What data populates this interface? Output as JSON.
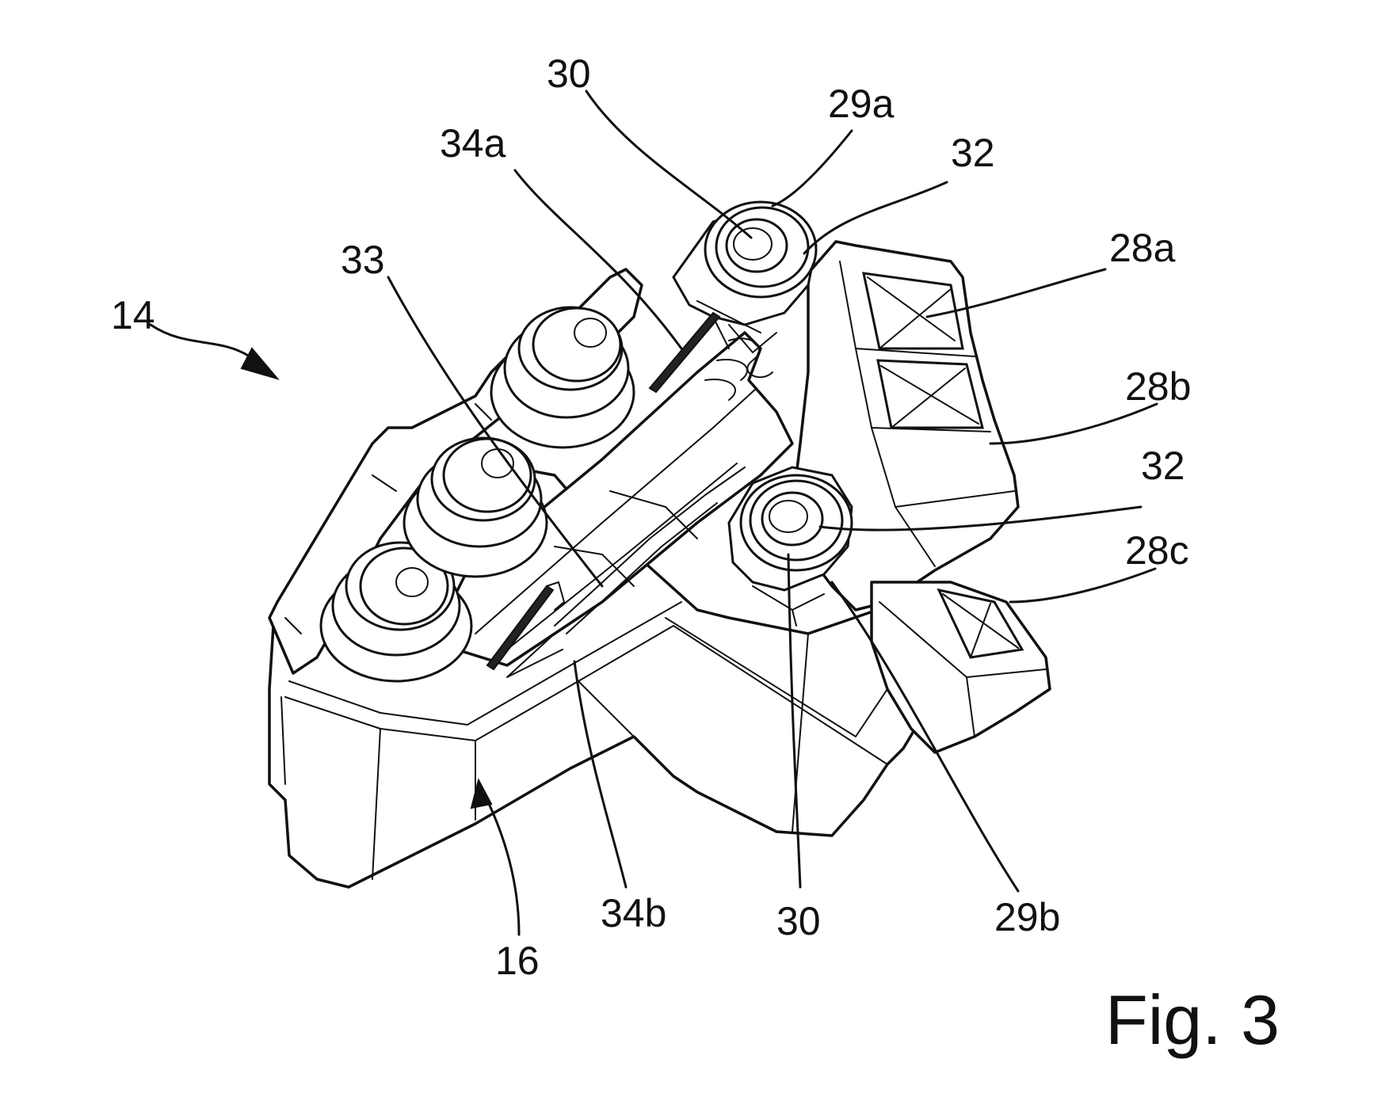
{
  "figure": {
    "caption": "Fig. 3",
    "reference_labels": {
      "l14": "14",
      "l30_top": "30",
      "l29a": "29a",
      "l34a": "34a",
      "l32_top": "32",
      "l28a": "28a",
      "l33": "33",
      "l28b": "28b",
      "l32_mid": "32",
      "l28c": "28c",
      "l34b": "34b",
      "l30_bottom": "30",
      "l29b": "29b",
      "l16": "16"
    }
  }
}
